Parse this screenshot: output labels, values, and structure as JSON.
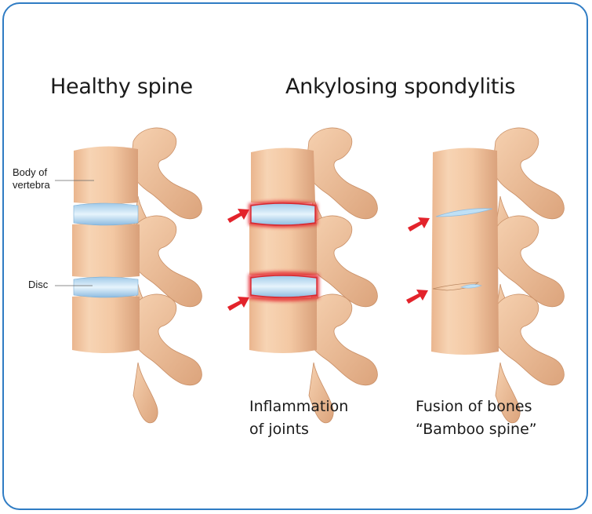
{
  "headings": {
    "healthy": "Healthy spine",
    "as": "Ankylosing spondylitis"
  },
  "labels": {
    "body_of_vertebra_line1": "Body of",
    "body_of_vertebra_line2": "vertebra",
    "disc": "Disc"
  },
  "captions": {
    "inflammation_line1": "Inflammation",
    "inflammation_line2": "of joints",
    "fusion_line1": "Fusion of bones",
    "fusion_line2": "“Bamboo spine”"
  },
  "colors": {
    "border": "#2f7cc4",
    "bone": "#f4c9a4",
    "bone_shadow": "#d9a37b",
    "disc": "#bfe0f5",
    "inflammation": "#e3232b",
    "arrow": "#e3232b"
  }
}
